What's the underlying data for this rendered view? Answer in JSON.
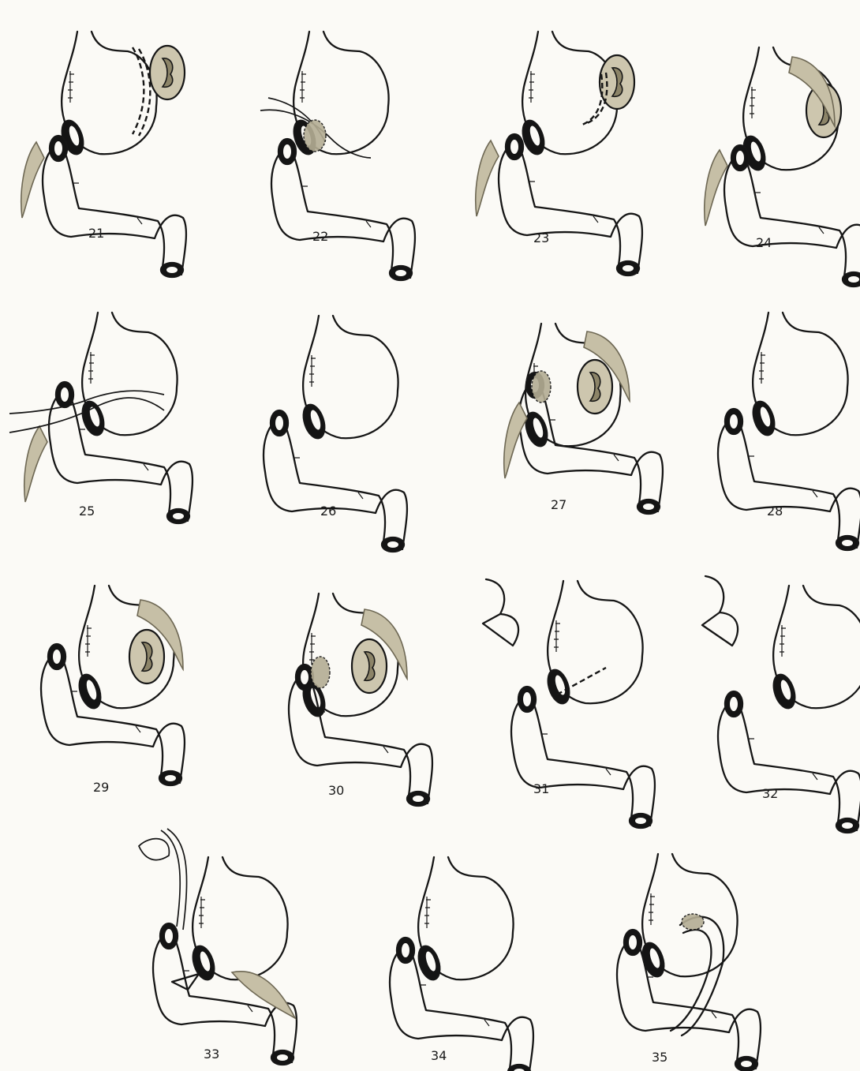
{
  "figure_labels": [
    "21",
    "22",
    "23",
    "24",
    "25",
    "26",
    "27",
    "28",
    "29",
    "30",
    "31",
    "32",
    "33",
    "34",
    "35"
  ],
  "colors": {
    "paper": "#fbfaf6",
    "ink": "#161616",
    "organ_tint": "#cdc6ae"
  }
}
